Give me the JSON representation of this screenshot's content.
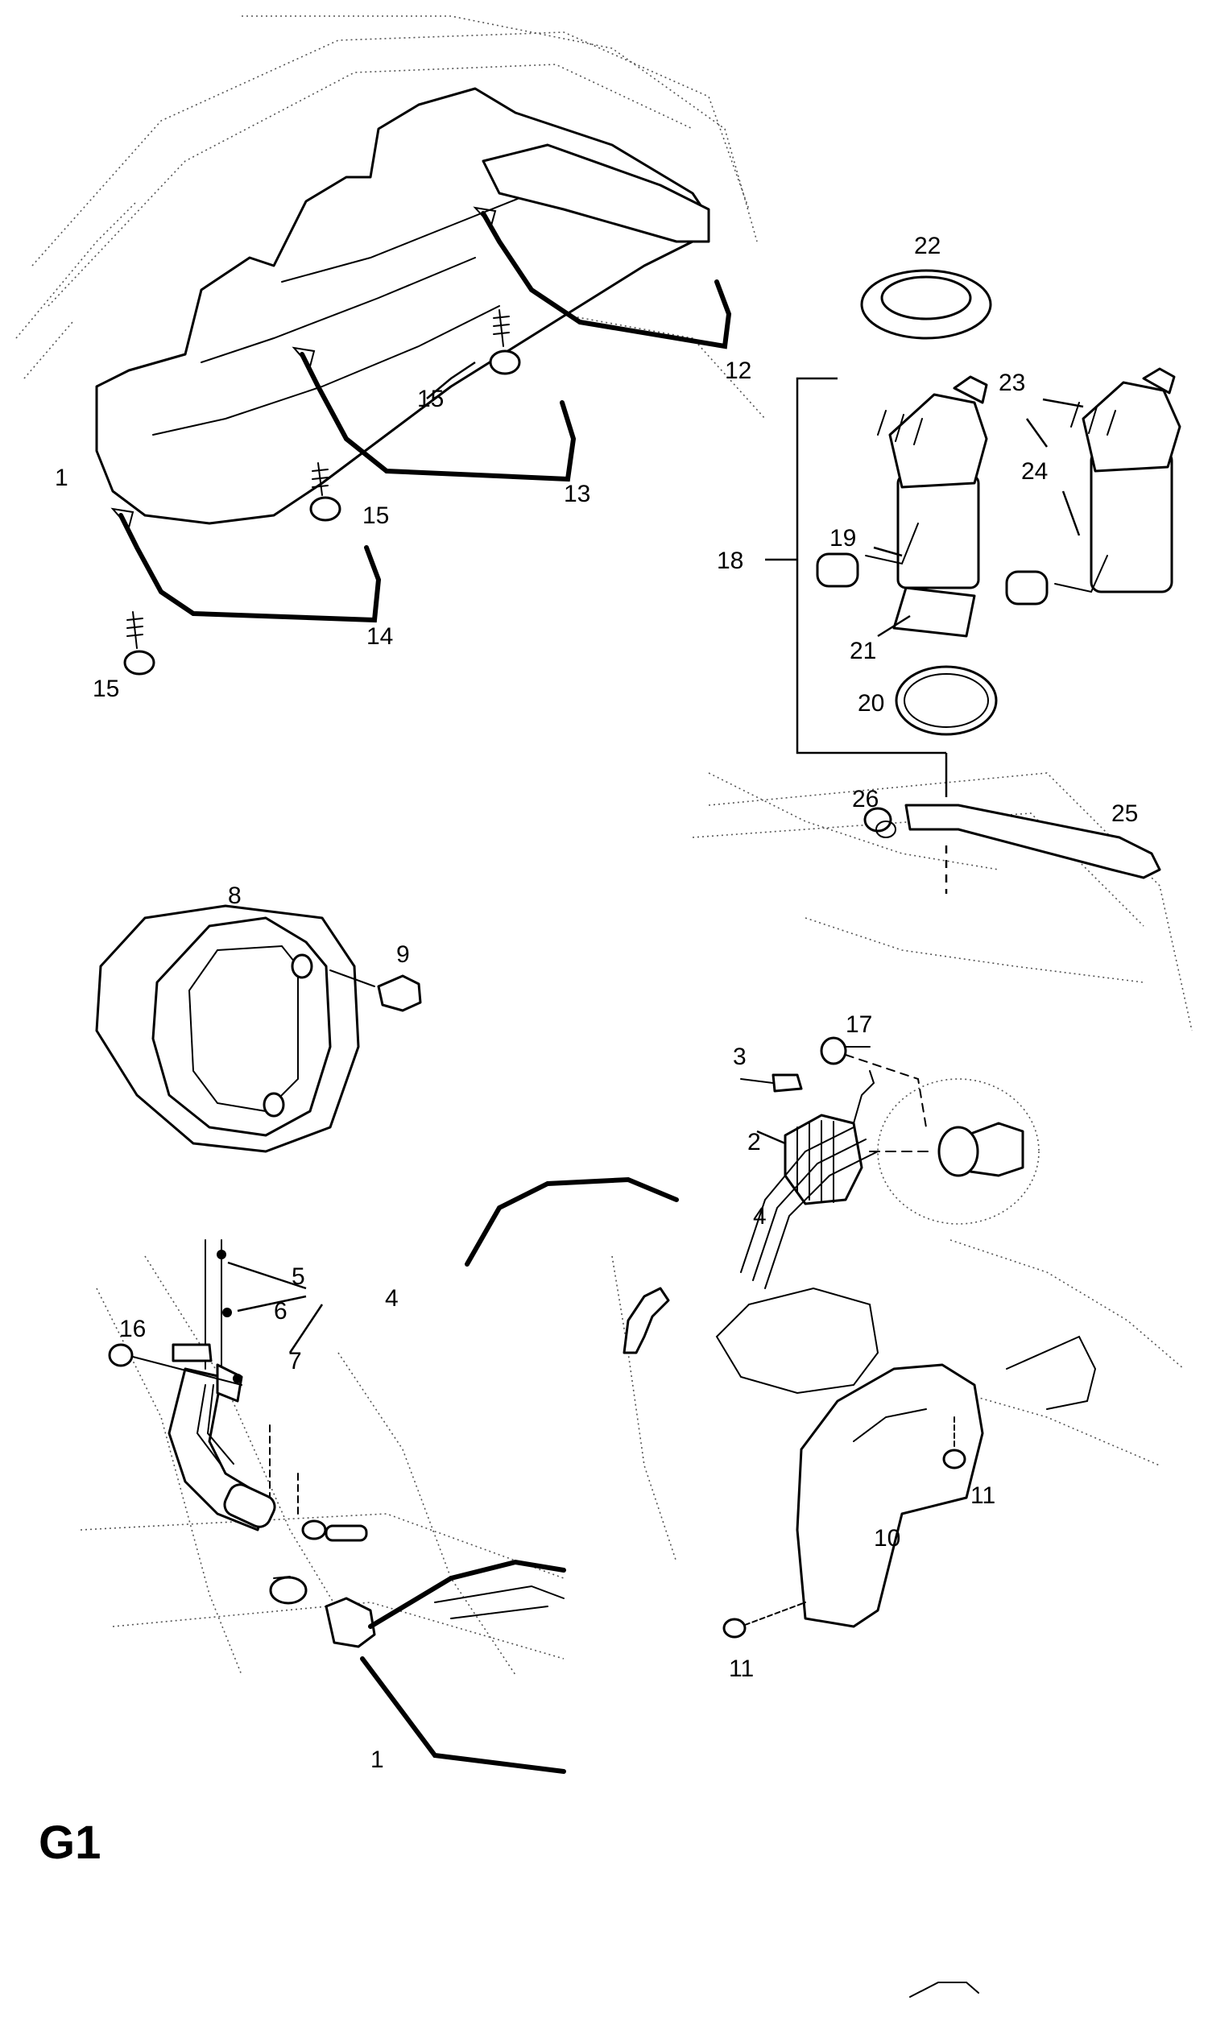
{
  "sheet_code": "G1",
  "callouts": [
    {
      "id": "c1-top",
      "text": "1"
    },
    {
      "id": "c12",
      "text": "12"
    },
    {
      "id": "c13",
      "text": "13"
    },
    {
      "id": "c14",
      "text": "14"
    },
    {
      "id": "c15-a",
      "text": "15"
    },
    {
      "id": "c15-b",
      "text": "15"
    },
    {
      "id": "c15-c",
      "text": "15"
    },
    {
      "id": "c22",
      "text": "22"
    },
    {
      "id": "c23",
      "text": "23"
    },
    {
      "id": "c24",
      "text": "24"
    },
    {
      "id": "c18",
      "text": "18"
    },
    {
      "id": "c19",
      "text": "19"
    },
    {
      "id": "c21",
      "text": "21"
    },
    {
      "id": "c20",
      "text": "20"
    },
    {
      "id": "c26",
      "text": "26"
    },
    {
      "id": "c25",
      "text": "25"
    },
    {
      "id": "c8",
      "text": "8"
    },
    {
      "id": "c9",
      "text": "9"
    },
    {
      "id": "c17",
      "text": "17"
    },
    {
      "id": "c3",
      "text": "3"
    },
    {
      "id": "c2",
      "text": "2"
    },
    {
      "id": "c4-mid",
      "text": "4"
    },
    {
      "id": "c5",
      "text": "5"
    },
    {
      "id": "c4-left",
      "text": "4"
    },
    {
      "id": "c6",
      "text": "6"
    },
    {
      "id": "c16",
      "text": "16"
    },
    {
      "id": "c7",
      "text": "7"
    },
    {
      "id": "c11-a",
      "text": "11"
    },
    {
      "id": "c10",
      "text": "10"
    },
    {
      "id": "c11-b",
      "text": "11"
    },
    {
      "id": "c1-bottom",
      "text": "1"
    }
  ]
}
